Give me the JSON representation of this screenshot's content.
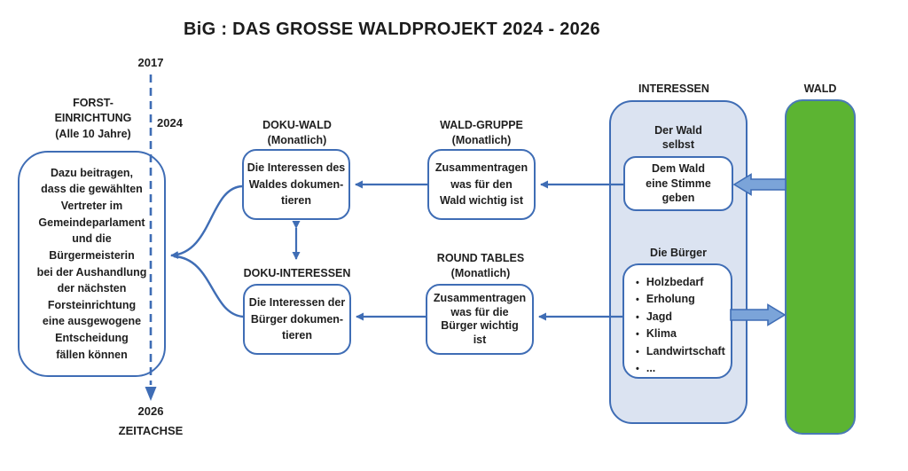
{
  "title": "BiG : DAS GROSSE WALDPROJEKT 2024 - 2026",
  "timeline": {
    "year_start": "2017",
    "year_mid": "2024",
    "year_end": "2026",
    "axis_label": "ZEITACHSE"
  },
  "forst": {
    "heading": "FORST-\nEINRICHTUNG\n(Alle 10 Jahre)",
    "goal_text": "Dazu beitragen,\ndass die gewählten\nVertreter im\nGemeindeparlament\nund die\nBürgermeisterin\nbei der Aushandlung\nder nächsten\nForsteinrichtung\neine ausgewogene\nEntscheidung\nfällen können"
  },
  "doku_wald": {
    "heading": "DOKU-WALD\n(Monatlich)",
    "body": "Die Interessen des\nWaldes dokumen-\ntieren"
  },
  "wald_gruppe": {
    "heading": "WALD-GRUPPE\n(Monatlich)",
    "body": "Zusammentragen\nwas für den\nWald wichtig ist"
  },
  "doku_interessen": {
    "heading": "DOKU-INTERESSEN",
    "body": "Die Interessen der\nBürger dokumen-\ntieren"
  },
  "round_tables": {
    "heading": "ROUND TABLES\n(Monatlich)",
    "body": "Zusammentragen\nwas für die\nBürger wichtig\nist"
  },
  "interessen": {
    "heading": "INTERESSEN",
    "wald_selbst_label": "Der Wald\nselbst",
    "wald_stimme_box": "Dem Wald\neine Stimme\ngeben",
    "buerger_label": "Die Bürger",
    "buerger_items": [
      "Holzbedarf",
      "Erholung",
      "Jagd",
      "Klima",
      "Landwirtschaft",
      "..."
    ]
  },
  "wald": {
    "heading": "WALD"
  },
  "colors": {
    "line_blue": "#3f6db5",
    "panel_fill": "#dbe3f1",
    "green_fill": "#5cb432",
    "block_arrow_fill": "#7ba4d9",
    "text": "#1f1f1f"
  }
}
